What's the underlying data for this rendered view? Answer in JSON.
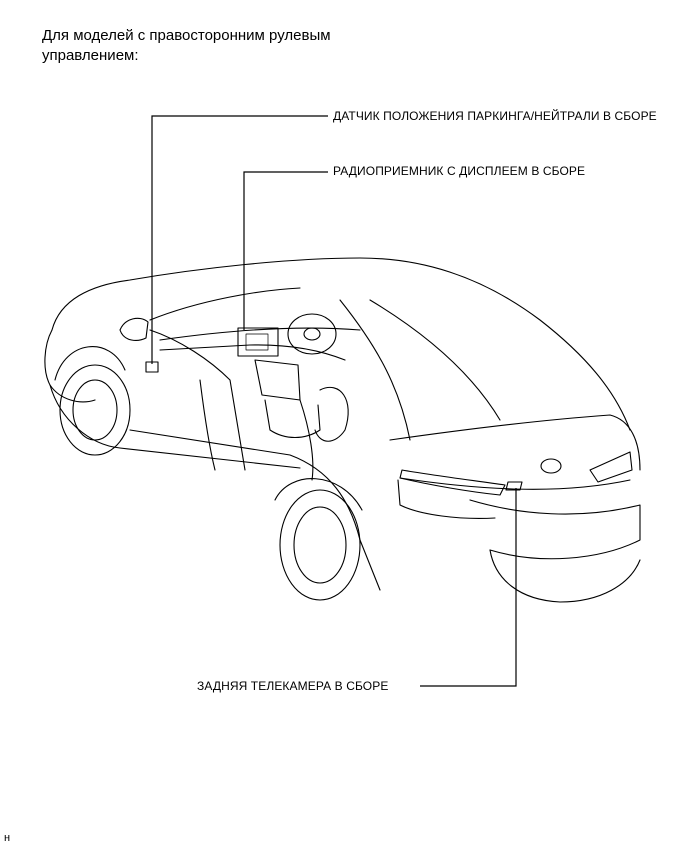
{
  "heading": "Для моделей с правосторонним рулевым управлением:",
  "callouts": {
    "park_neutral_sensor": "ДАТЧИК ПОЛОЖЕНИЯ ПАРКИНГА/НЕЙТРАЛИ В СБОРЕ",
    "radio_display": "РАДИОПРИЕМНИК С ДИСПЛЕЕМ В СБОРЕ",
    "rear_camera": "ЗАДНЯЯ ТЕЛЕКАМЕРА В СБОРЕ"
  },
  "corner_mark": "н"
}
